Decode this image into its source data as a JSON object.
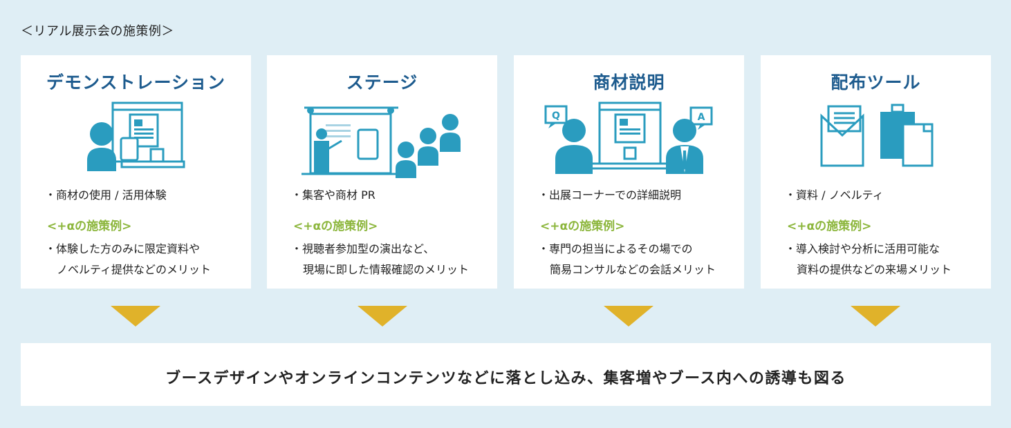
{
  "heading": "＜リアル展示会の施策例＞",
  "colors": {
    "background": "#dfeef5",
    "card": "#ffffff",
    "title": "#1d5b8e",
    "illustration": "#2a9cbf",
    "alpha_heading": "#8cb63c",
    "arrow": "#e0b22a"
  },
  "cards": [
    {
      "title": "デモンストレーション",
      "illustration": "person-presenting-at-kiosk-icon",
      "bullet1": "・商材の使用 / 活用体験",
      "alpha_heading": "<+αの施策例>",
      "bullet2_line1": "・体験した方のみに限定資料や",
      "bullet2_line2": "ノベルティ提供などのメリット"
    },
    {
      "title": "ステージ",
      "illustration": "stage-presentation-audience-icon",
      "bullet1": "・集客や商材 PR",
      "alpha_heading": "<+αの施策例>",
      "bullet2_line1": "・視聴者参加型の演出など、",
      "bullet2_line2": "現場に即した情報確認のメリット"
    },
    {
      "title": "商材説明",
      "illustration": "qa-consultation-icon",
      "bullet1": "・出展コーナーでの詳細説明",
      "alpha_heading": "<+αの施策例>",
      "bullet2_line1": "・専門の担当によるその場での",
      "bullet2_line2": "簡易コンサルなどの会話メリット"
    },
    {
      "title": "配布ツール",
      "illustration": "envelope-bag-folder-icon",
      "bullet1": "・資料 / ノベルティ",
      "alpha_heading": "<+αの施策例>",
      "bullet2_line1": "・導入検討や分析に活用可能な",
      "bullet2_line2": "資料の提供などの来場メリット"
    }
  ],
  "conclusion": "ブースデザインやオンラインコンテンツなどに落とし込み、集客増やブース内への誘導も図る"
}
